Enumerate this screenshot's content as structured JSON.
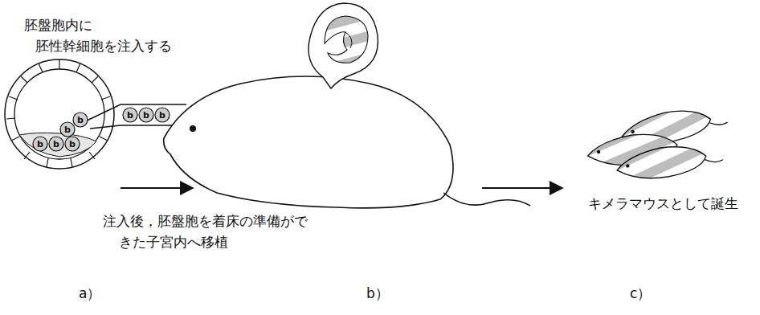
{
  "diagram": {
    "labels": [
      "胚盤胞内に 胚性幹細胞を注入する",
      "b",
      "b",
      "b",
      "b",
      "b",
      "b",
      "b",
      "b",
      "注入後，胚盤胞を着床の準備ができた子宮内へ移植",
      "キメラマウスとして誕生",
      "a）",
      "b）",
      "c）"
    ]
  }
}
